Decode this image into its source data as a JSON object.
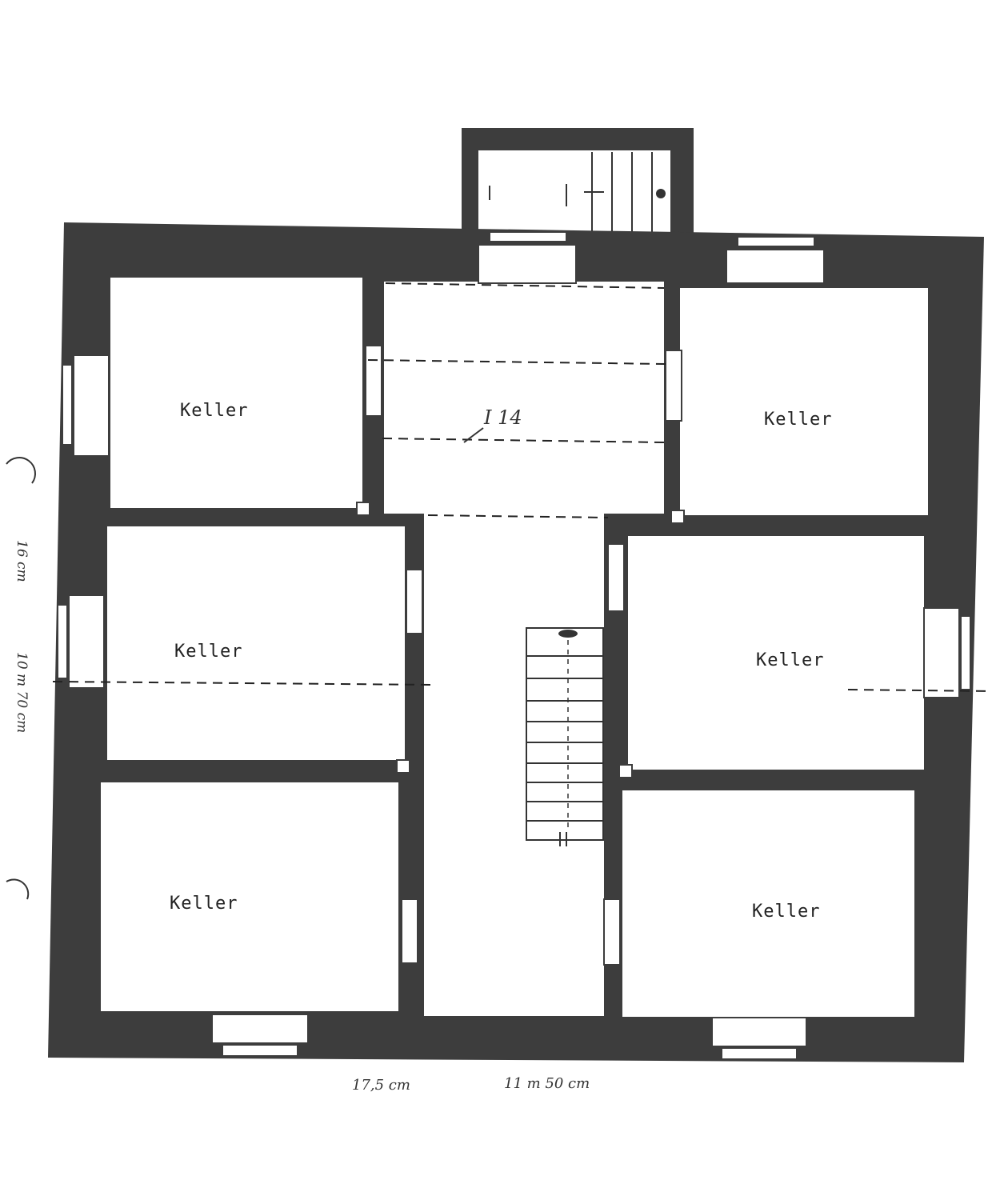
{
  "rooms": [
    {
      "label": "Keller"
    },
    {
      "label": "Keller"
    },
    {
      "label": "Keller"
    },
    {
      "label": "Keller"
    },
    {
      "label": "Keller"
    },
    {
      "label": "Keller"
    }
  ],
  "corridor_label": "I 14",
  "annotations": {
    "bottom_left": "17,5 cm",
    "bottom_right": "11 m 50 cm",
    "left_upper": "16 cm",
    "left_lower": "10 m 70 cm"
  },
  "colors": {
    "wall": "#3d3d3d",
    "paper": "#ffffff",
    "ink": "#222222"
  }
}
